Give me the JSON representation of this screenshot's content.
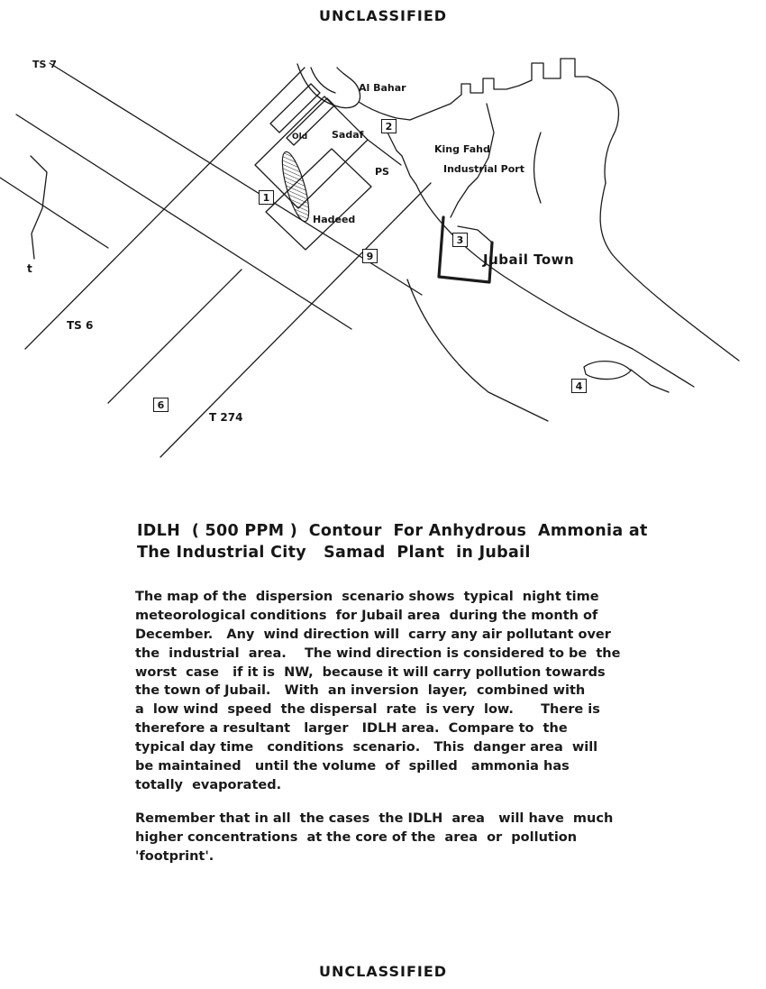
{
  "classification": {
    "header": "UNCLASSIFIED",
    "footer": "UNCLASSIFIED"
  },
  "map": {
    "labels": {
      "corner": "TS 7",
      "al_bahar": "Al Bahar",
      "sadaf": "Sadaf",
      "old": "Old",
      "king_fahd": "King Fahd",
      "industrial_port": "Industrial Port",
      "ps": "PS",
      "hadeed": "Hadeed",
      "jubail_town": "Jubail Town",
      "t_left": "t",
      "ts6": "TS 6",
      "t274": "T 274"
    },
    "markers": [
      "1",
      "2",
      "3",
      "4",
      "6",
      "9"
    ]
  },
  "figure": {
    "title": "IDLH  ( 500 PPM )  Contour  For Anhydrous  Ammonia at\nThe Industrial City   Samad  Plant  in Jubail"
  },
  "text": {
    "paragraph1": "The map of the  dispersion  scenario shows  typical  night time\nmeteorological conditions  for Jubail area  during the month of\nDecember.   Any  wind direction will  carry any air pollutant over\nthe  industrial  area.    The wind direction is considered to be  the\nworst  case   if it is  NW,  because it will carry pollution towards\nthe town of Jubail.   With  an inversion  layer,  combined with\na  low wind  speed  the dispersal  rate  is very  low.      There is\ntherefore a resultant   larger   IDLH area.  Compare to  the\ntypical day time   conditions  scenario.   This  danger area  will\nbe maintained   until the volume  of  spilled   ammonia has\ntotally  evaporated.",
    "paragraph2": "Remember that in all  the cases  the IDLH  area   will have  much\nhigher concentrations  at the core of the  area  or  pollution\n'footprint'."
  }
}
